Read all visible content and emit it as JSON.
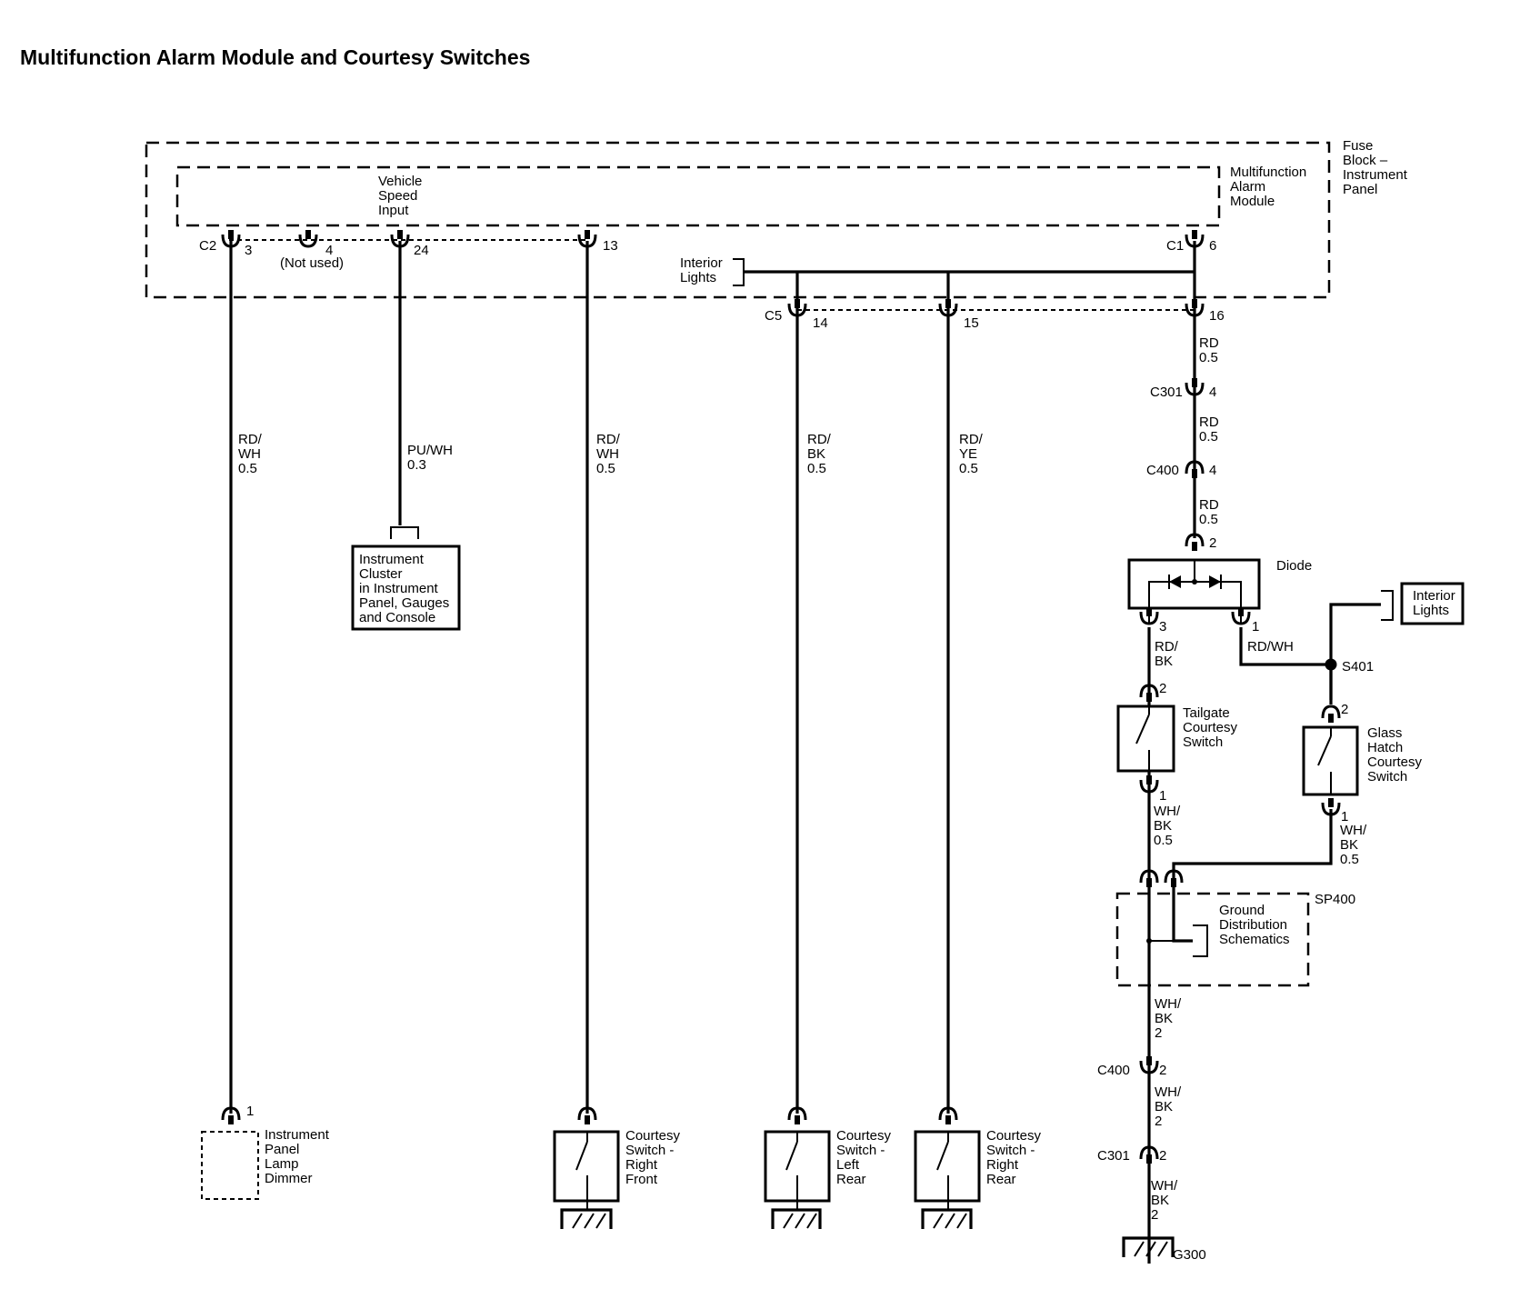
{
  "title": "Multifunction Alarm Module and Courtesy Switches",
  "components": {
    "fuse_block": "Fuse|Block –|Instrument|Panel",
    "alarm_module": "Multifunction|Alarm|Module",
    "vehicle_speed_input": "Vehicle|Speed|Input",
    "interior_lights_top": "Interior|Lights",
    "interior_lights_right": "Interior|Lights",
    "instrument_cluster": "Instrument|Cluster|in Instrument|Panel, Gauges|and Console",
    "diode": "Diode",
    "tailgate_switch": "Tailgate|Courtesy|Switch",
    "glass_hatch_switch": "Glass|Hatch|Courtesy|Switch",
    "ground_distribution": "Ground|Distribution|Schematics",
    "dimmer": "Instrument|Panel|Lamp|Dimmer",
    "cs_right_front": "Courtesy|Switch -|Right|Front",
    "cs_left_rear": "Courtesy|Switch -|Left|Rear",
    "cs_right_rear": "Courtesy|Switch -|Right|Rear"
  },
  "connectors": {
    "c2": "C2",
    "c1": "C1",
    "c5": "C5",
    "c301_top": "C301",
    "c400_top": "C400",
    "c400_bottom": "C400",
    "c301_bottom": "C301",
    "sp400": "SP400",
    "s401": "S401",
    "g300": "G300"
  },
  "pins": {
    "c2_3": "3",
    "c2_4": "4",
    "not_used": "(Not used)",
    "c2_24": "24",
    "c2_13": "13",
    "c1_6": "6",
    "c5_14": "14",
    "c5_15": "15",
    "c5_16": "16",
    "c301_4": "4",
    "c400_4": "4",
    "diode_2": "2",
    "diode_3": "3",
    "diode_1": "1",
    "tailgate_2": "2",
    "tailgate_1": "1",
    "glass_2": "2",
    "glass_1": "1",
    "c400_2": "2",
    "c301_2": "2",
    "dimmer_1": "1"
  },
  "wires": {
    "c2_3": "RD/|WH|0.5",
    "c2_24": "PU/WH|0.3",
    "c2_13": "RD/|WH|0.5",
    "c5_14": "RD/|BK|0.5",
    "c5_15": "RD/|YE|0.5",
    "c5_16": "RD|0.5",
    "c301_c400": "RD|0.5",
    "c400_diode": "RD|0.5",
    "diode_3_tailgate": "RD/|BK",
    "diode_1_s401": "RD/WH",
    "tailgate_ground": "WH/|BK|0.5",
    "glass_ground": "WH/|BK|0.5",
    "sp400_c400": "WH/|BK|2",
    "c400_c301": "WH/|BK|2",
    "c301_g300": "WH/|BK|2"
  }
}
